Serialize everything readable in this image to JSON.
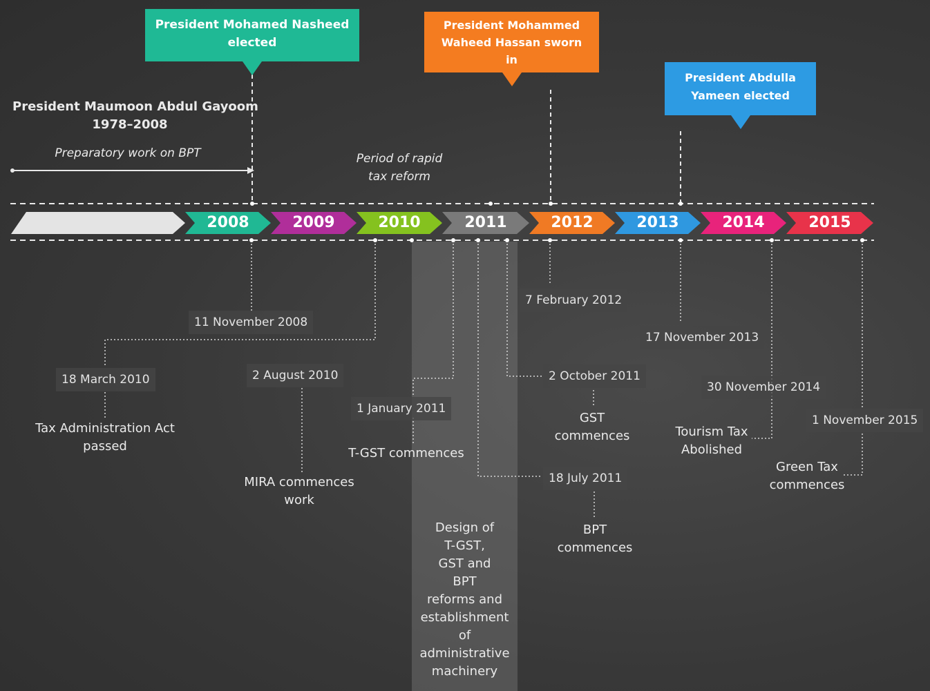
{
  "callouts": {
    "nasheed": "President Mohamed Nasheed elected",
    "waheed": "President Mohammed Waheed Hassan sworn in",
    "yameen": "President Abdulla Yameen elected"
  },
  "gayoom": {
    "name": "President Maumoon Abdul Gayoom",
    "years": "1978–2008"
  },
  "phases": {
    "preparatory": "Preparatory work on BPT",
    "rapid_line1": "Period of rapid",
    "rapid_line2": "tax reform"
  },
  "years": [
    "2008",
    "2009",
    "2010",
    "2011",
    "2012",
    "2013",
    "2014",
    "2015"
  ],
  "colors": {
    "green": "#1fb995",
    "orange": "#f47c20",
    "blue": "#2d9be3",
    "y2008": "#20b894",
    "y2009": "#b02e9a",
    "y2010": "#85c21f",
    "y2011": "#7a7a7a",
    "y2012": "#f07a24",
    "y2013": "#2f98e0",
    "y2014": "#e8237b",
    "y2015": "#e8334a",
    "pre": "#e8e8e8"
  },
  "dates": {
    "d1": "11 November 2008",
    "d2": "18 March 2010",
    "d3": "2 August 2010",
    "d4": "1 January 2011",
    "d5": "7 February 2012",
    "d6": "2 October 2011",
    "d7": "18 July 2011",
    "d8": "17 November 2013",
    "d9": "30 November 2014",
    "d10": "1 November 2015"
  },
  "events": {
    "e1_line1": "Tax Administration Act",
    "e1_line2": "passed",
    "e2_line1": "MIRA commences",
    "e2_line2": "work",
    "e3": "T-GST commences",
    "e4_line1": "GST",
    "e4_line2": "commences",
    "e5_line1": "BPT",
    "e5_line2": "commences",
    "e6_line1": "Tourism Tax",
    "e6_line2": "Abolished",
    "e7_line1": "Green Tax",
    "e7_line2": "commences"
  },
  "design_block": [
    "Design of",
    "T-GST,",
    "GST and",
    "BPT",
    "reforms and",
    "establishment",
    "of",
    "administrative",
    "machinery"
  ]
}
